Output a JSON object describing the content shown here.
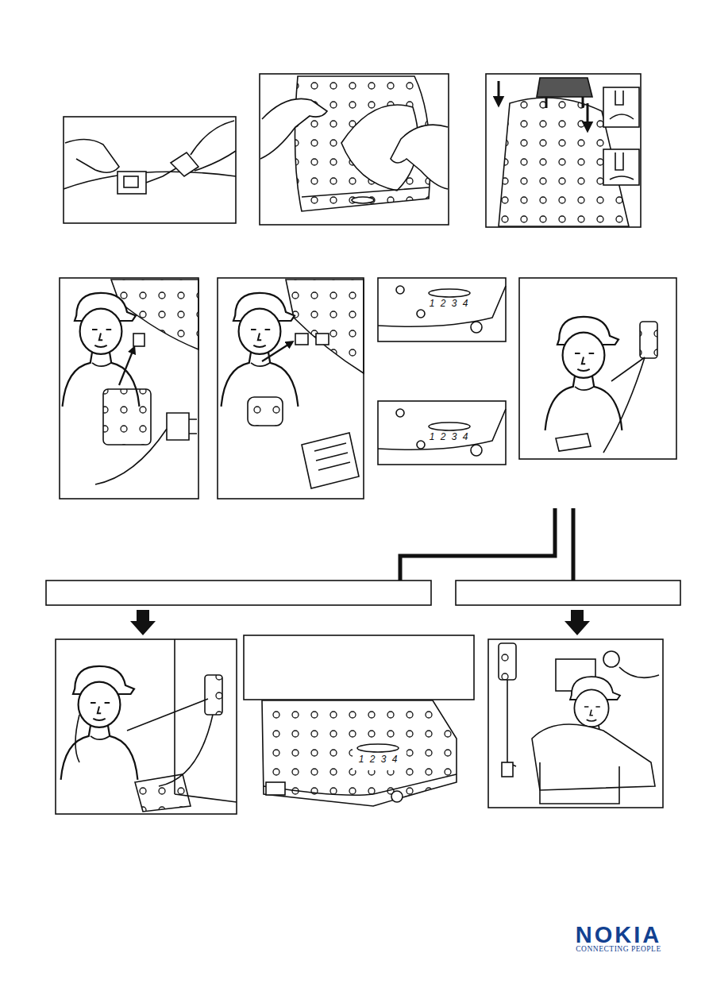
{
  "diagram": {
    "labels": [
      "1 2 3 4",
      "1 2 3 4",
      "1 2 3 4",
      "NOKIA",
      "CONNECTING PEOPLE"
    ]
  }
}
